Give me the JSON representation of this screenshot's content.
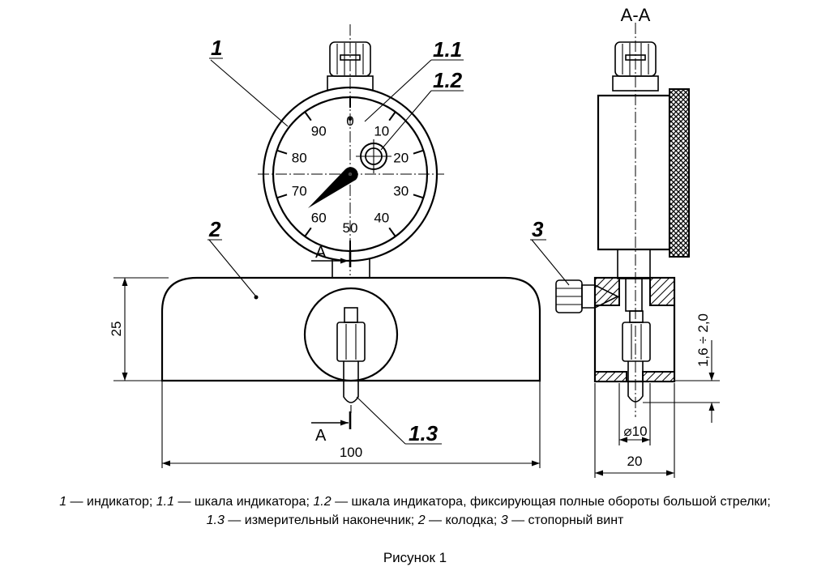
{
  "diagram": {
    "section_title": "А-А",
    "callouts": {
      "indicator": "1",
      "indicator_scale": "1.1",
      "revolution_scale": "1.2",
      "measuring_tip": "1.3",
      "block": "2",
      "lock_screw": "3"
    },
    "section_marker": "А",
    "dial_labels": [
      "0",
      "10",
      "20",
      "30",
      "40",
      "50",
      "60",
      "70",
      "80",
      "90"
    ],
    "dimensions": {
      "block_height": "25",
      "block_length": "100",
      "tip_protrusion": "1,6 ÷ 2,0",
      "bore_diameter": "⌀10",
      "block_width": "20"
    }
  },
  "caption": {
    "line1": [
      {
        "label": "1",
        "text": " — индикатор; "
      },
      {
        "label": "1.1",
        "text": " — шкала индикатора; "
      },
      {
        "label": "1.2",
        "text": " — шкала индикатора, фиксирующая полные обороты большой стрелки;"
      }
    ],
    "line2": [
      {
        "label": "1.3",
        "text": " — измерительный наконечник; "
      },
      {
        "label": "2",
        "text": " — колодка; "
      },
      {
        "label": "3",
        "text": " — стопорный винт"
      }
    ]
  },
  "figure_title": "Рисунок 1"
}
